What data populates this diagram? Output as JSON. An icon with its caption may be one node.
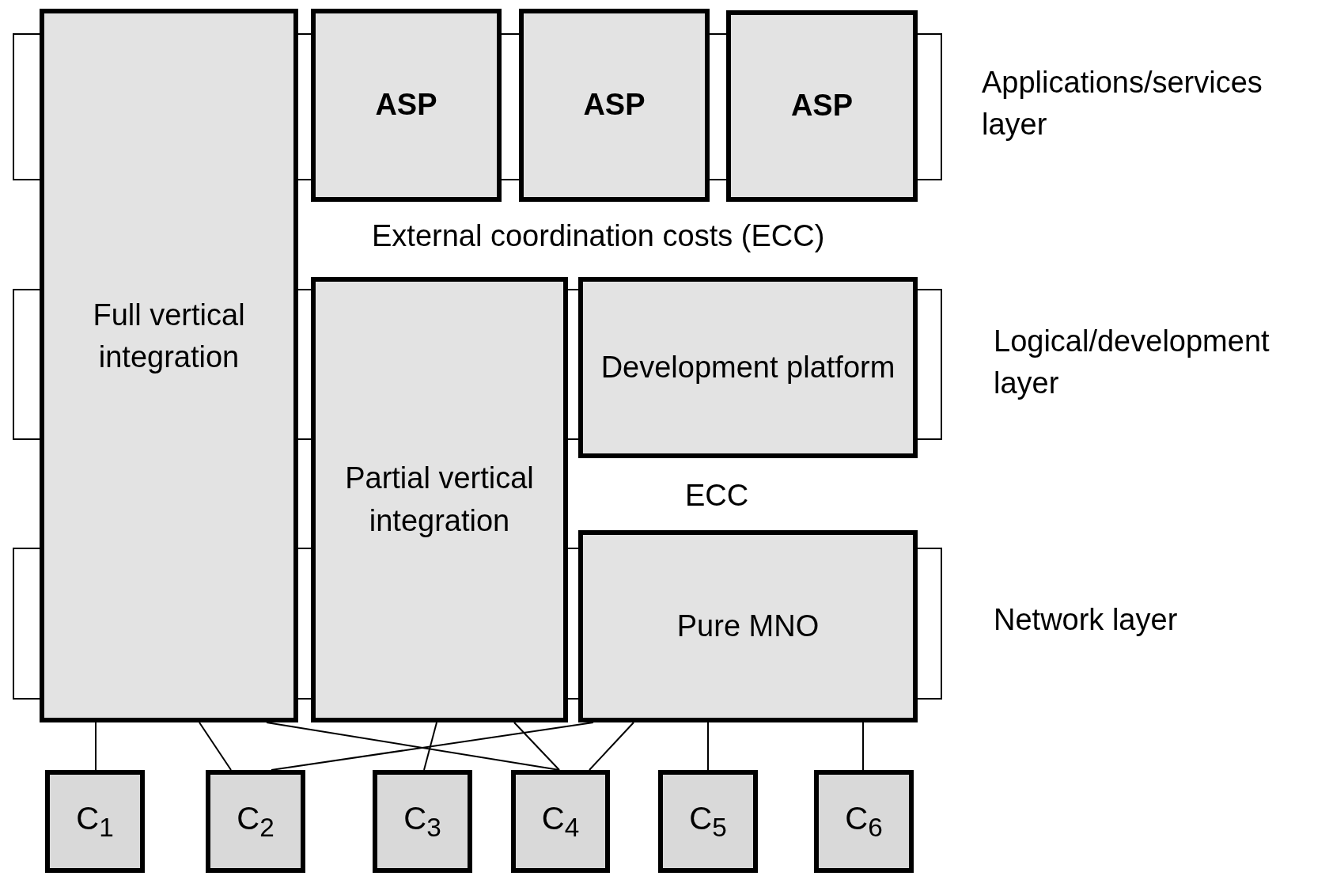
{
  "diagram": {
    "nodes": [
      {
        "text": [
          "Full vertical integration"
        ]
      },
      {
        "text": [
          "ASP"
        ]
      },
      {
        "text": [
          "ASP"
        ]
      },
      {
        "text": [
          "ASP"
        ]
      },
      {
        "text": [
          "Partial vertical integration"
        ]
      },
      {
        "text": [
          "Development platform"
        ]
      },
      {
        "text": [
          "Pure MNO"
        ]
      },
      {
        "text": [
          "C$_{1}$"
        ]
      },
      {
        "text": [
          "C$_{2}$"
        ]
      },
      {
        "text": [
          "C$_{3}$"
        ]
      },
      {
        "text": [
          "C$_{4}$"
        ]
      },
      {
        "text": [
          "C$_{5}$"
        ]
      },
      {
        "text": [
          "C$_{6}$"
        ]
      }
    ],
    "edges": [
      {
        "from": 0,
        "to": 7,
        "arrow": "none"
      },
      {
        "from": 0,
        "to": 8,
        "arrow": "none"
      },
      {
        "from": 0,
        "to": 10,
        "arrow": "none"
      },
      {
        "from": 4,
        "to": 9,
        "arrow": "none"
      },
      {
        "from": 4,
        "to": 10,
        "arrow": "none"
      },
      {
        "from": 6,
        "to": 8,
        "arrow": "none"
      },
      {
        "from": 6,
        "to": 10,
        "arrow": "none"
      },
      {
        "from": 6,
        "to": 11,
        "arrow": "none"
      },
      {
        "from": 6,
        "to": 12,
        "arrow": "none"
      }
    ],
    "labels": [
      "Applications/services layer",
      "External coordination costs (ECC)",
      "Logical/development layer",
      "ECC",
      "Network layer"
    ]
  }
}
